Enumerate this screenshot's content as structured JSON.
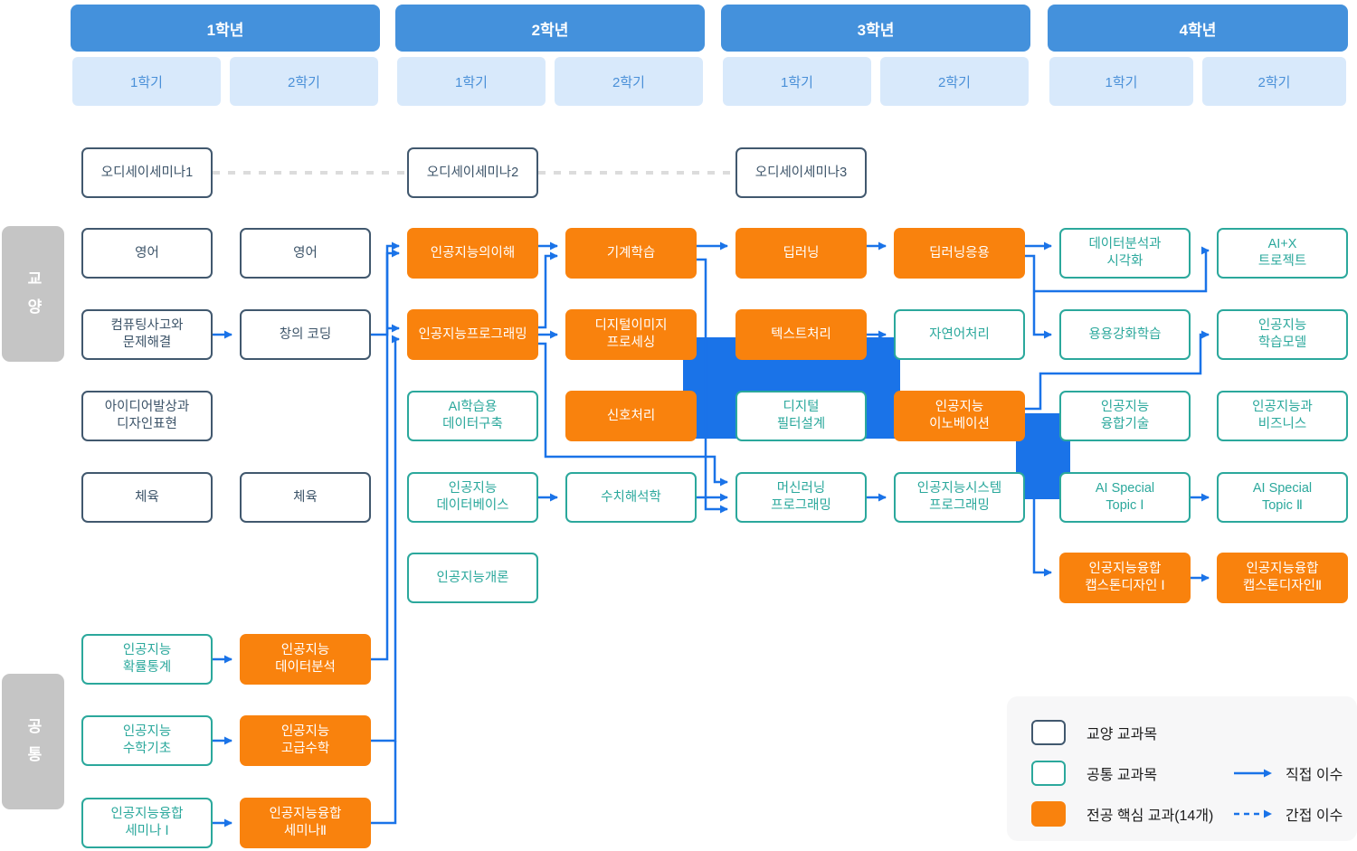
{
  "years": [
    {
      "label": "1학년",
      "semesters": [
        "1학기",
        "2학기"
      ]
    },
    {
      "label": "2학년",
      "semesters": [
        "1학기",
        "2학기"
      ]
    },
    {
      "label": "3학년",
      "semesters": [
        "1학기",
        "2학기"
      ]
    },
    {
      "label": "4학년",
      "semesters": [
        "1학기",
        "2학기"
      ]
    }
  ],
  "side_labels": [
    {
      "label": "교양"
    },
    {
      "label": "공통"
    }
  ],
  "courses": [
    {
      "label": "오디세이세미나1",
      "type": "liberal",
      "col": 0,
      "row": "o"
    },
    {
      "label": "오디세이세미나2",
      "type": "liberal",
      "col": 2,
      "row": "o"
    },
    {
      "label": "오디세이세미나3",
      "type": "liberal",
      "col": 4,
      "row": "o"
    },
    {
      "label": "영어",
      "type": "liberal",
      "col": 0,
      "row": "1"
    },
    {
      "label": "영어",
      "type": "liberal",
      "col": 1,
      "row": "1"
    },
    {
      "label": "컴퓨팅사고와\n문제해결",
      "type": "liberal",
      "col": 0,
      "row": "2"
    },
    {
      "label": "창의 코딩",
      "type": "liberal",
      "col": 1,
      "row": "2"
    },
    {
      "label": "아이디어발상과\n디자인표현",
      "type": "liberal",
      "col": 0,
      "row": "3"
    },
    {
      "label": "체육",
      "type": "liberal",
      "col": 0,
      "row": "4"
    },
    {
      "label": "체육",
      "type": "liberal",
      "col": 1,
      "row": "4"
    },
    {
      "label": "인공지능의이해",
      "type": "core",
      "col": 2,
      "row": "1"
    },
    {
      "label": "인공지능프로그래밍",
      "type": "core",
      "col": 2,
      "row": "2"
    },
    {
      "label": "AI학습용\n데이터구축",
      "type": "common",
      "col": 2,
      "row": "3"
    },
    {
      "label": "인공지능\n데이터베이스",
      "type": "common",
      "col": 2,
      "row": "4"
    },
    {
      "label": "인공지능개론",
      "type": "common",
      "col": 2,
      "row": "5"
    },
    {
      "label": "기계학습",
      "type": "core",
      "col": 3,
      "row": "1"
    },
    {
      "label": "디지털이미지\n프로세싱",
      "type": "core",
      "col": 3,
      "row": "2"
    },
    {
      "label": "신호처리",
      "type": "core",
      "col": 3,
      "row": "3"
    },
    {
      "label": "수치해석학",
      "type": "common",
      "col": 3,
      "row": "4"
    },
    {
      "label": "딥러닝",
      "type": "core",
      "col": 4,
      "row": "1"
    },
    {
      "label": "텍스트처리",
      "type": "core",
      "col": 4,
      "row": "2"
    },
    {
      "label": "디지털\n필터설계",
      "type": "common",
      "col": 4,
      "row": "3"
    },
    {
      "label": "머신러닝\n프로그래밍",
      "type": "common",
      "col": 4,
      "row": "4"
    },
    {
      "label": "딥러닝응용",
      "type": "core",
      "col": 5,
      "row": "1"
    },
    {
      "label": "자연어처리",
      "type": "common",
      "col": 5,
      "row": "2"
    },
    {
      "label": "인공지능\n이노베이션",
      "type": "core",
      "col": 5,
      "row": "3"
    },
    {
      "label": "인공지능시스템\n프로그래밍",
      "type": "common",
      "col": 5,
      "row": "4"
    },
    {
      "label": "데이터분석과\n시각화",
      "type": "common",
      "col": 6,
      "row": "1"
    },
    {
      "label": "용용강화학습",
      "type": "common",
      "col": 6,
      "row": "2"
    },
    {
      "label": "인공지능\n융합기술",
      "type": "common",
      "col": 6,
      "row": "3"
    },
    {
      "label": "AI Special\nTopic Ⅰ",
      "type": "common",
      "col": 6,
      "row": "4"
    },
    {
      "label": "인공지능융합\n캡스톤디자인 Ⅰ",
      "type": "core",
      "col": 6,
      "row": "5"
    },
    {
      "label": "AI+X\n트로젝트",
      "type": "common",
      "col": 7,
      "row": "1"
    },
    {
      "label": "인공지능\n학습모델",
      "type": "common",
      "col": 7,
      "row": "2"
    },
    {
      "label": "인공지능과\n비즈니스",
      "type": "common",
      "col": 7,
      "row": "3"
    },
    {
      "label": "AI Special\nTopic Ⅱ",
      "type": "common",
      "col": 7,
      "row": "4"
    },
    {
      "label": "인공지능융합\n캡스톤디자인Ⅱ",
      "type": "core",
      "col": 7,
      "row": "5"
    },
    {
      "label": "인공지능\n확률통계",
      "type": "common",
      "col": 0,
      "row": "6"
    },
    {
      "label": "인공지능\n데이터분석",
      "type": "core",
      "col": 1,
      "row": "6"
    },
    {
      "label": "인공지능\n수학기초",
      "type": "common",
      "col": 0,
      "row": "7"
    },
    {
      "label": "인공지능\n고급수학",
      "type": "core",
      "col": 1,
      "row": "7"
    },
    {
      "label": "인공지능융합\n세미나 Ⅰ",
      "type": "common",
      "col": 0,
      "row": "8"
    },
    {
      "label": "인공지능융합\n세미나Ⅱ",
      "type": "core",
      "col": 1,
      "row": "8"
    }
  ],
  "edges": [
    {
      "from": "컴퓨팅사고와 문제해결",
      "to": "창의 코딩",
      "kind": "direct"
    },
    {
      "from": "창의 코딩",
      "to": "인공지능의이해",
      "kind": "direct"
    },
    {
      "from": "인공지능 데이터분석",
      "to": "인공지능의이해",
      "kind": "direct"
    },
    {
      "from": "창의 코딩",
      "to": "인공지능프로그래밍",
      "kind": "direct"
    },
    {
      "from": "인공지능 고급수학",
      "to": "인공지능프로그래밍",
      "kind": "direct"
    },
    {
      "from": "인공지능융합 세미나Ⅱ",
      "to": "인공지능프로그래밍",
      "kind": "direct"
    },
    {
      "from": "인공지능의이해",
      "to": "기계학습",
      "kind": "direct"
    },
    {
      "from": "인공지능프로그래밍",
      "to": "기계학습",
      "kind": "direct"
    },
    {
      "from": "인공지능프로그래밍",
      "to": "디지털이미지 프로세싱",
      "kind": "direct"
    },
    {
      "from": "인공지능프로그래밍",
      "to": "머신러닝 프로그래밍",
      "kind": "direct"
    },
    {
      "from": "인공지능 데이터베이스",
      "to": "수치해석학",
      "kind": "direct"
    },
    {
      "from": "수치해석학",
      "to": "머신러닝 프로그래밍",
      "kind": "direct"
    },
    {
      "from": "기계학습",
      "to": "머신러닝 프로그래밍",
      "kind": "direct"
    },
    {
      "from": "기계학습",
      "to": "딥러닝",
      "kind": "direct"
    },
    {
      "from": "딥러닝",
      "to": "딥러닝응용",
      "kind": "direct"
    },
    {
      "from": "텍스트처리",
      "to": "자연어처리",
      "kind": "direct"
    },
    {
      "from": "머신러닝 프로그래밍",
      "to": "인공지능시스템 프로그래밍",
      "kind": "direct"
    },
    {
      "from": "딥러닝응용",
      "to": "데이터분석과 시각화",
      "kind": "direct"
    },
    {
      "from": "딥러닝응용",
      "to": "용용강화학습",
      "kind": "direct"
    },
    {
      "from": "딥러닝응용",
      "to": "AI+X 트로젝트",
      "kind": "direct"
    },
    {
      "from": "인공지능 이노베이션",
      "to": "인공지능 학습모델",
      "kind": "direct"
    },
    {
      "from": "AI Special Topic Ⅰ",
      "to": "AI Special Topic Ⅱ",
      "kind": "direct"
    },
    {
      "from": "인공지능 이노베이션",
      "to": "인공지능융합 캡스톤디자인 Ⅰ",
      "kind": "direct"
    },
    {
      "from": "인공지능융합 캡스톤디자인 Ⅰ",
      "to": "인공지능융합 캡스톤디자인Ⅱ",
      "kind": "direct"
    },
    {
      "from": "인공지능 확률통계",
      "to": "인공지능 데이터분석",
      "kind": "direct"
    },
    {
      "from": "인공지능 수학기초",
      "to": "인공지능 고급수학",
      "kind": "direct"
    },
    {
      "from": "인공지능융합 세미나 Ⅰ",
      "to": "인공지능융합 세미나Ⅱ",
      "kind": "direct"
    },
    {
      "from": "오디세이세미나1",
      "to": "오디세이세미나2",
      "kind": "sequence"
    },
    {
      "from": "오디세이세미나2",
      "to": "오디세이세미나3",
      "kind": "sequence"
    }
  ],
  "legend": {
    "items": [
      {
        "label": "교양 교과목",
        "type": "liberal"
      },
      {
        "label": "공통 교과목",
        "type": "common"
      },
      {
        "label": "전공 핵심 교과(14개)",
        "type": "core"
      }
    ],
    "arrows": [
      {
        "label": "직접 이수",
        "style": "solid"
      },
      {
        "label": "간접 이수",
        "style": "dashed"
      }
    ]
  },
  "colors": {
    "header_blue": "#4491DC",
    "header_light": "#D8E9FB",
    "liberal_navy": "#41586E",
    "common_teal": "#2BA89C",
    "core_orange": "#F9820D",
    "arrow_blue": "#1A73E8",
    "sequence_dash_gray": "#DCDCDC",
    "side_label_gray": "#C5C5C5"
  }
}
